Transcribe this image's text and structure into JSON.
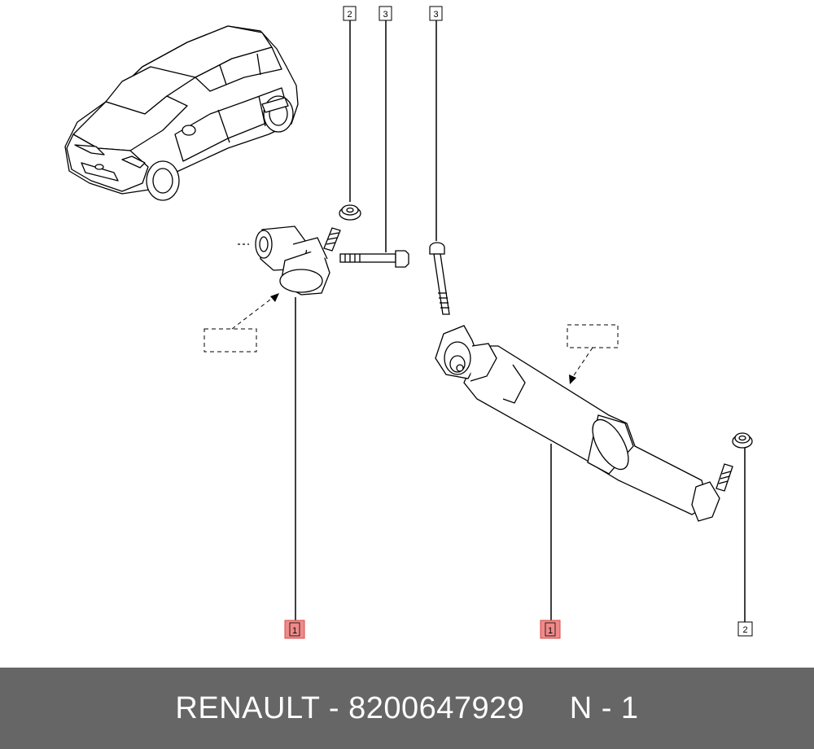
{
  "callouts": {
    "c2_top": "2",
    "c3_left": "3",
    "c3_right": "3",
    "c1_left": "1",
    "c1_right": "1",
    "c2_bottom": "2"
  },
  "footer": {
    "brand": "RENAULT",
    "separator": " - ",
    "part_number": "8200647929",
    "gap": "     ",
    "note": "N - 1"
  },
  "colors": {
    "highlight_fill": "#f08a8a",
    "highlight_stroke": "#d94a4a",
    "footer_bg": "#666666",
    "line": "#000000"
  }
}
